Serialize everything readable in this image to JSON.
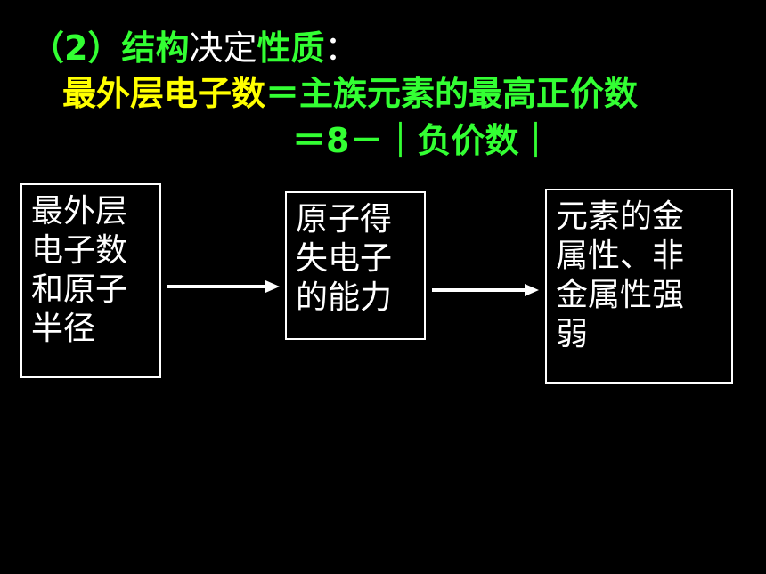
{
  "heading": {
    "line1_part1": "（2）结构",
    "line1_part2": "决定",
    "line1_part3": "性质",
    "line1_part4": "：",
    "line2_part1": "最外层电子数",
    "line2_part2": "＝主族元素的最高正价数",
    "line3": "＝8－｜负价数｜"
  },
  "diagram": {
    "box1_lines": [
      "最外层",
      "电子数",
      "和原子",
      "半径"
    ],
    "box2_lines": [
      "原子得",
      "失电子",
      "的能力"
    ],
    "box3_lines": [
      "元素的金",
      "属性、非",
      "金属性强",
      "弱"
    ]
  },
  "colors": {
    "background": "#000000",
    "yellow": "#ffff00",
    "green": "#33ff33",
    "white": "#ffffff"
  }
}
